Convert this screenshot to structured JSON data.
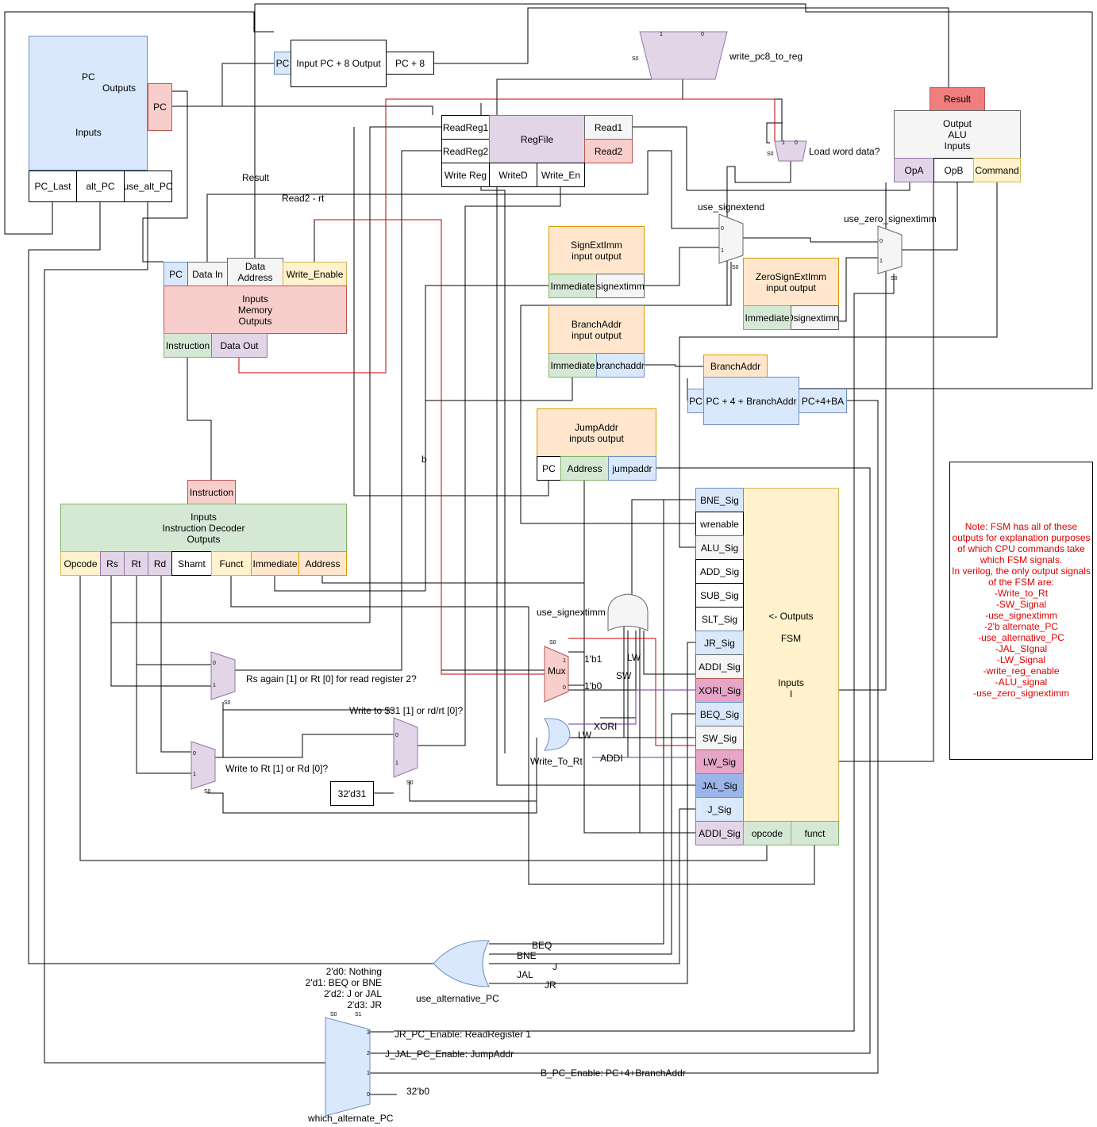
{
  "pc_block": {
    "title": "PC",
    "outputs": "Outputs",
    "inputs": "Inputs",
    "out_pc": "PC",
    "in_pc_last": "PC_Last",
    "in_alt_pc": "alt_PC",
    "in_use_alt_pc": "use_alt_PC"
  },
  "pc8_block": {
    "in_pc": "PC",
    "body": "Input  PC + 8 Output",
    "out": "PC + 8"
  },
  "write_pc8_mux": {
    "label": "write_pc8_to_reg",
    "in1": "1",
    "in0": "0",
    "sel": "S0"
  },
  "regfile": {
    "title": "RegFile",
    "readreg1": "ReadReg1",
    "readreg2": "ReadReg2",
    "writereg": "Write Reg",
    "writed": "WriteD",
    "write_en": "Write_En",
    "read1": "Read1",
    "read2": "Read2"
  },
  "lw_mux": {
    "label": "Load word data?",
    "in1": "1",
    "in0": "0",
    "sel": "S0"
  },
  "alu": {
    "result": "Result",
    "body": "Output\nALU\nInputs",
    "opa": "OpA",
    "opb": "OpB",
    "command": "Command"
  },
  "memory": {
    "pc": "PC",
    "data_in": "Data In",
    "data_address": "Data\nAddress",
    "write_enable": "Write_Enable",
    "body": "Inputs\nMemory\nOutputs",
    "instruction": "Instruction",
    "data_out": "Data Out"
  },
  "wire_labels": {
    "result": "Result",
    "read2_rt": "Read2 - rt",
    "b": "b",
    "lw1": "LW",
    "sw": "SW",
    "xori": "XORI",
    "lw2": "LW",
    "addi": "ADDI",
    "beq": "BEQ",
    "bne": "BNE",
    "j": "J",
    "jal": "JAL",
    "jr": "JR"
  },
  "signext": {
    "title": "SignExtImm\ninput       output",
    "immediate": "Immediate",
    "out": "signextimm"
  },
  "use_signextend_mux": {
    "label": "use_signextend",
    "in0": "0",
    "in1": "1",
    "sel": "S0"
  },
  "use_zero_mux": {
    "label": "use_zero_signextimm",
    "in0": "0",
    "in1": "1",
    "sel": "S0"
  },
  "zeroext": {
    "title": "ZeroSignExtImm\ninput       output",
    "immediate": "Immediate",
    "out": "0signextimm"
  },
  "branchaddr": {
    "title": "BranchAddr\ninput       output",
    "immediate": "Immediate",
    "out": "branchaddr"
  },
  "branchaddr_tag": "BranchAddr",
  "pc4ba": {
    "pc": "PC",
    "body": "PC + 4 + BranchAddr",
    "out": "PC+4+BA"
  },
  "jumpaddr": {
    "title": "JumpAddr\ninputs             output",
    "pc": "PC",
    "address": "Address",
    "out": "jumpaddr"
  },
  "decoder": {
    "instruction": "Instruction",
    "body": "Inputs\nInstruction Decoder\nOutputs",
    "outputs": [
      "Opcode",
      "Rs",
      "Rt",
      "Rd",
      "Shamt",
      "Funct",
      "Immediate",
      "Address"
    ]
  },
  "fsm": {
    "signals": [
      "BNE_Sig",
      "wrenable",
      "ALU_Sig",
      "ADD_Sig",
      "SUB_Sig",
      "SLT_Sig",
      "JR_Sig",
      "ADDI_Sig",
      "XORI_Sig",
      "BEQ_Sig",
      "SW_Sig",
      "LW_Sig",
      "JAL_Sig",
      "J_Sig",
      "ADDI_Sig"
    ],
    "outputs_label": "<- Outputs",
    "fsm_label": "FSM",
    "inputs_label": "Inputs\nI",
    "opcode": "opcode",
    "funct": "funct"
  },
  "or_signext_label": "use_signextimm",
  "mux_small": {
    "label": "Mux",
    "in1": "1",
    "in0": "0",
    "sel": "S0",
    "c1": "1'b1",
    "c0": "1'b0"
  },
  "or_write_rt_label": "Write_To_Rt",
  "rs_rt_mux": {
    "label": "Rs again [1] or Rt [0] for read register 2?",
    "in0": "0",
    "in1": "1",
    "sel": "S0"
  },
  "rt_rd_mux": {
    "label": "Write to Rt [1] or Rd [0]?",
    "in0": "0",
    "in1": "1",
    "sel": "S0"
  },
  "ra_mux": {
    "label": "Write to $31 [1] or rd/rt [0]?",
    "in0": "0",
    "in1": "1",
    "sel": "S0",
    "const": "32'd31"
  },
  "note": "Note: FSM has all of these\noutputs for explanation purposes\nof which CPU commands take\nwhich FSM signals.\nIn verilog, the only output signals\nof the FSM are:\n-Write_to_Rt\n-SW_Signal\n-use_signextimm\n-2'b alternate_PC\n-use_alternative_PC\n-JAL_SIgnal\n-LW_Signal\n-write_reg_enable\n-ALU_signal\n-use_zero_signextimm",
  "use_alt_or_label": "use_alternative_PC",
  "alt_pc_legend": "2'd0: Nothing\n2'd1: BEQ or BNE\n2'd2: J or JAL\n2'd3: JR",
  "which_alt_mux": {
    "label": "which_alternate_PC",
    "s0": "S0",
    "s1": "S1",
    "in3": "3",
    "in2": "2",
    "in1": "1",
    "in0": "0",
    "l3": "JR_PC_Enable: ReadRegister 1",
    "l2": "J_JAL_PC_Enable: JumpAddr",
    "l1": "B_PC_Enable: PC+4+BranchAddr",
    "l0": "32'b0"
  }
}
